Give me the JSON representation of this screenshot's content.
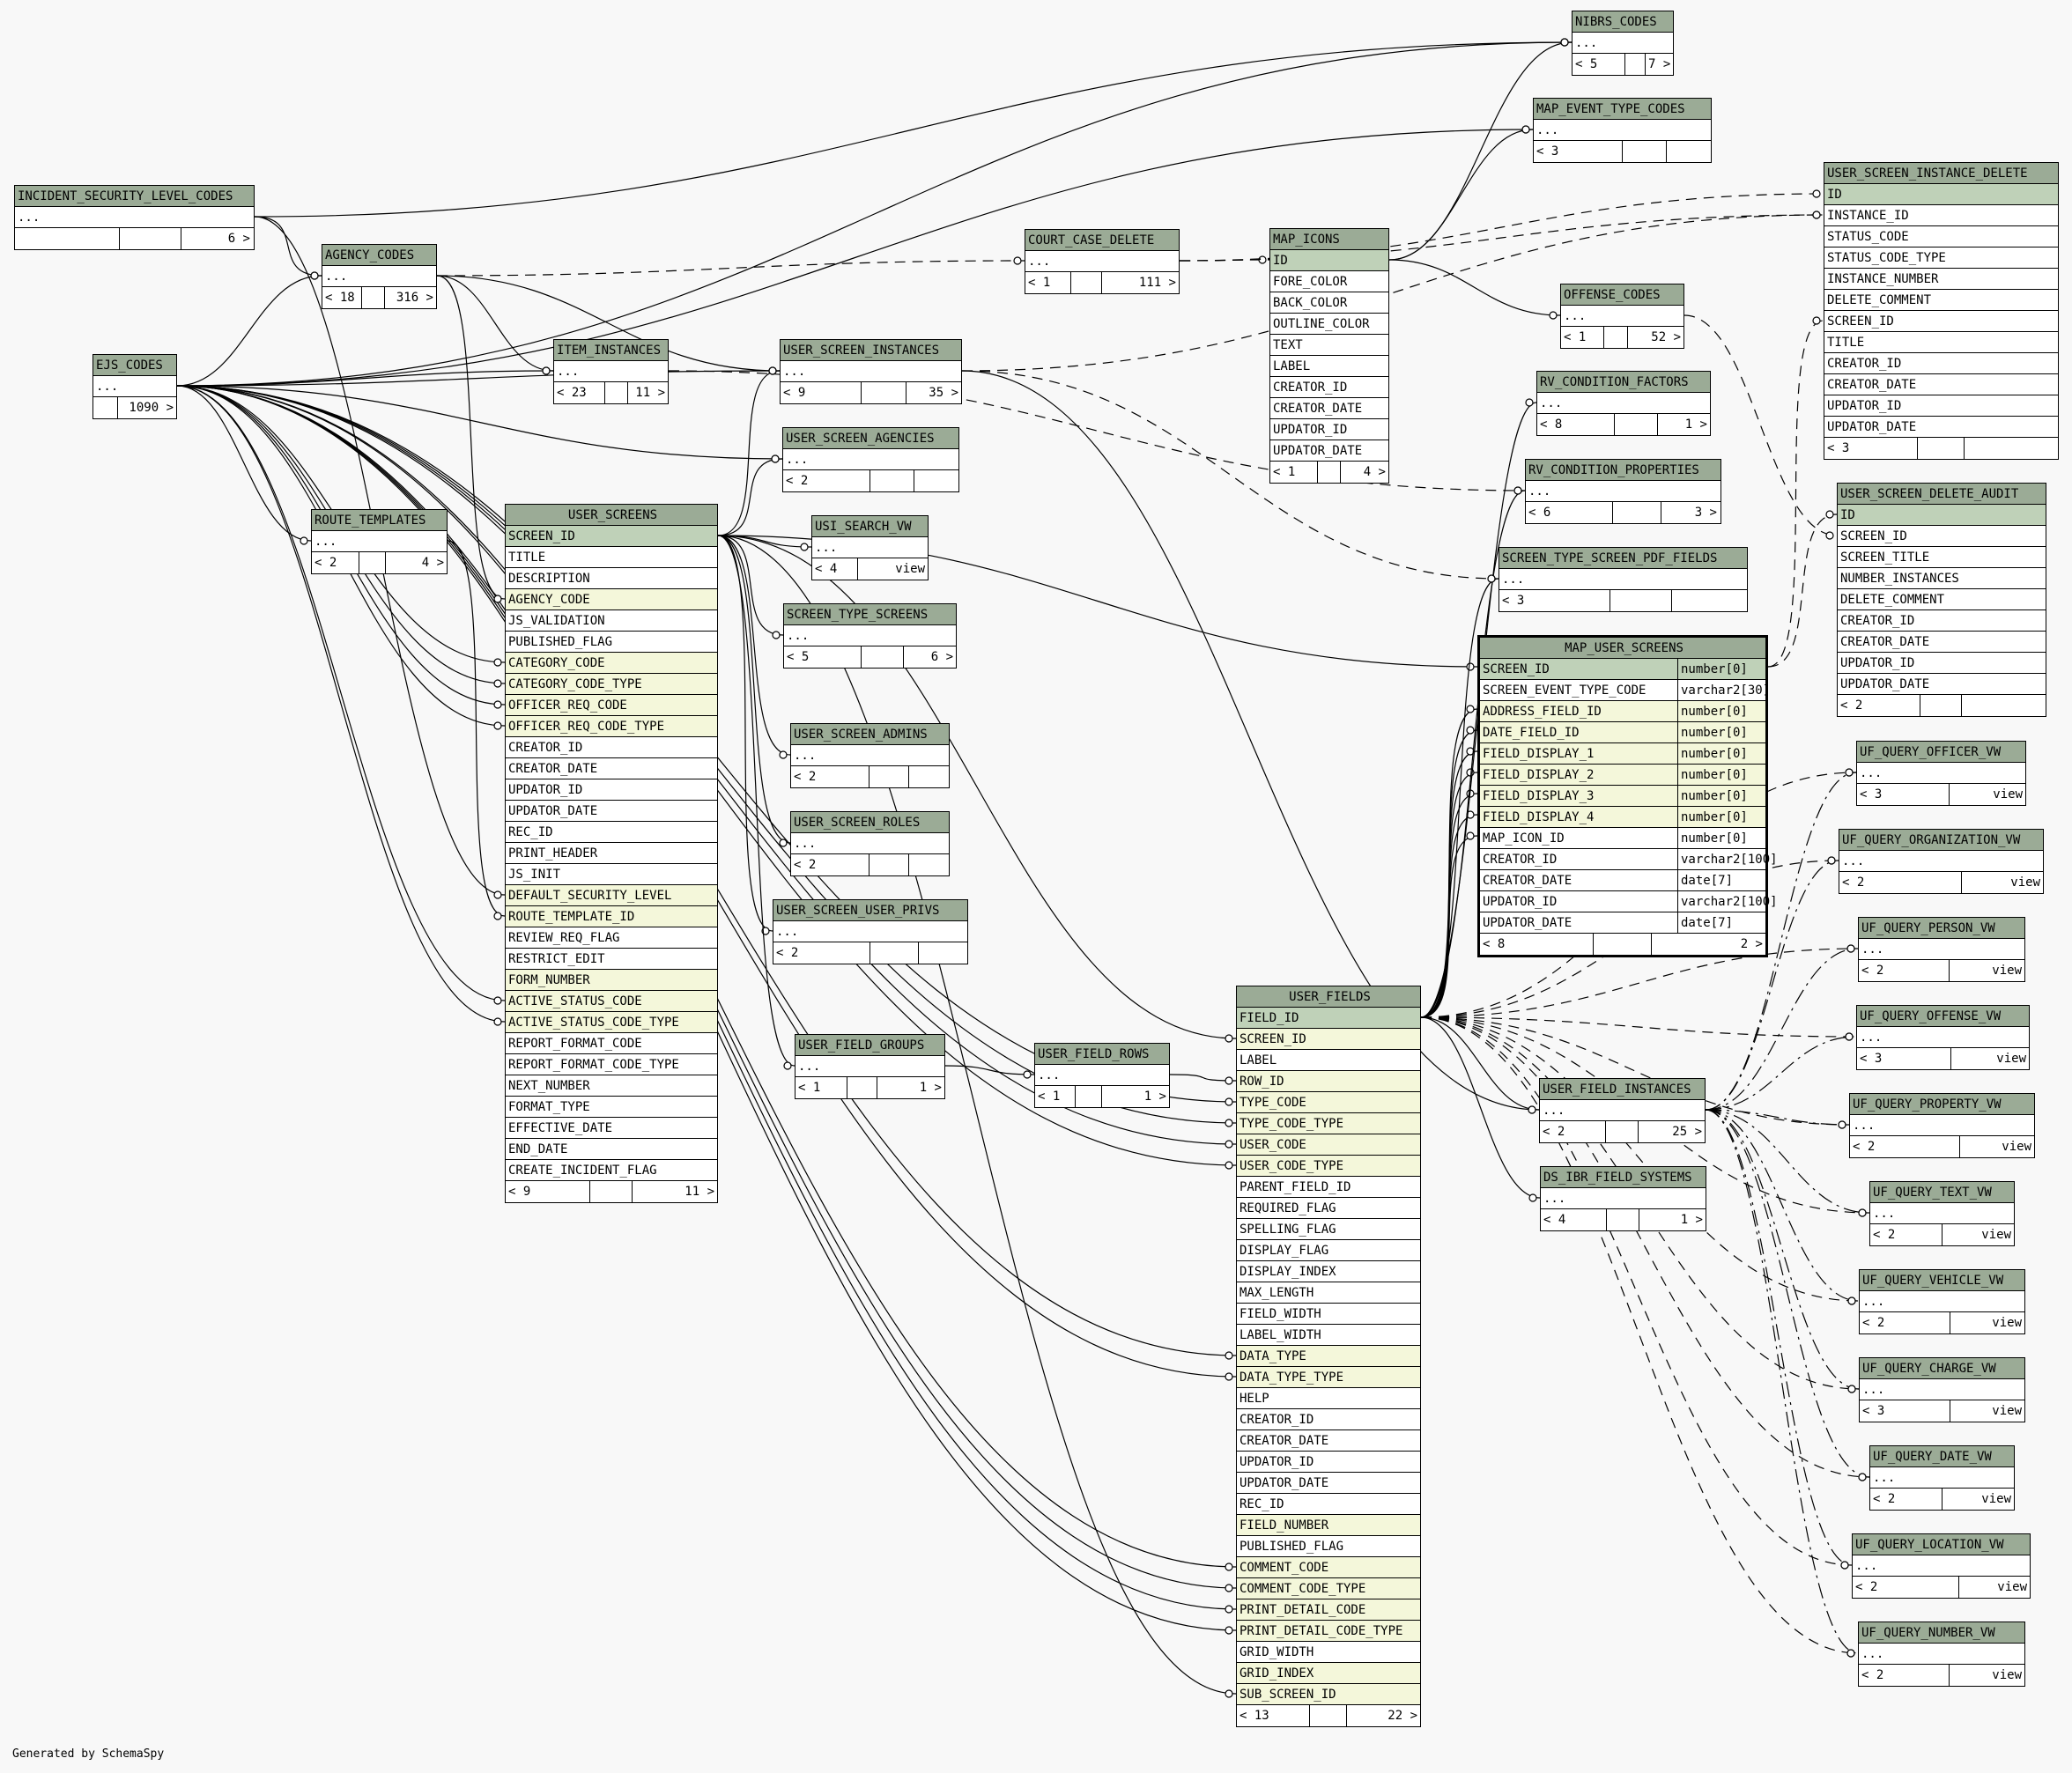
{
  "credit": "Generated by SchemaSpy",
  "tables": {
    "nibrs_codes": {
      "name": "NIBRS_CODES",
      "row": "...",
      "left": "< 5",
      "right": "7 >"
    },
    "map_event_type_codes": {
      "name": "MAP_EVENT_TYPE_CODES",
      "row": "...",
      "left": "< 3",
      "right": ""
    },
    "incident_security_level_codes": {
      "name": "INCIDENT_SECURITY_LEVEL_CODES",
      "row": "...",
      "left": "",
      "right": "6 >"
    },
    "agency_codes": {
      "name": "AGENCY_CODES",
      "row": "...",
      "left": "< 18",
      "right": "316 >"
    },
    "ejs_codes": {
      "name": "EJS_CODES",
      "row": "...",
      "left": "",
      "right": "1090 >"
    },
    "item_instances": {
      "name": "ITEM_INSTANCES",
      "row": "...",
      "left": "< 23",
      "right": "11 >"
    },
    "user_screen_instances": {
      "name": "USER_SCREEN_INSTANCES",
      "row": "...",
      "left": "< 9",
      "right": "35 >"
    },
    "court_case_delete": {
      "name": "COURT_CASE_DELETE",
      "row": "...",
      "left": "< 1",
      "right": "111 >"
    },
    "offense_codes": {
      "name": "OFFENSE_CODES",
      "row": "...",
      "left": "< 1",
      "right": "52 >"
    },
    "rv_condition_factors": {
      "name": "RV_CONDITION_FACTORS",
      "row": "...",
      "left": "< 8",
      "right": "1 >"
    },
    "rv_condition_properties": {
      "name": "RV_CONDITION_PROPERTIES",
      "row": "...",
      "left": "< 6",
      "right": "3 >"
    },
    "screen_type_screen_pdf_fields": {
      "name": "SCREEN_TYPE_SCREEN_PDF_FIELDS",
      "row": "...",
      "left": "< 3",
      "right": ""
    },
    "user_screen_agencies": {
      "name": "USER_SCREEN_AGENCIES",
      "row": "...",
      "left": "< 2",
      "right": ""
    },
    "route_templates": {
      "name": "ROUTE_TEMPLATES",
      "row": "...",
      "left": "< 2",
      "right": "4 >"
    },
    "usi_search_vw": {
      "name": "USI_SEARCH_VW",
      "row": "...",
      "left": "< 4",
      "right": "view"
    },
    "screen_type_screens": {
      "name": "SCREEN_TYPE_SCREENS",
      "row": "...",
      "left": "< 5",
      "right": "6 >"
    },
    "user_screen_admins": {
      "name": "USER_SCREEN_ADMINS",
      "row": "...",
      "left": "< 2",
      "right": ""
    },
    "user_screen_roles": {
      "name": "USER_SCREEN_ROLES",
      "row": "...",
      "left": "< 2",
      "right": ""
    },
    "user_screen_user_privs": {
      "name": "USER_SCREEN_USER_PRIVS",
      "row": "...",
      "left": "< 2",
      "right": ""
    },
    "user_field_groups": {
      "name": "USER_FIELD_GROUPS",
      "row": "...",
      "left": "< 1",
      "right": "1 >"
    },
    "user_field_rows": {
      "name": "USER_FIELD_ROWS",
      "row": "...",
      "left": "< 1",
      "right": "1 >"
    },
    "user_field_instances": {
      "name": "USER_FIELD_INSTANCES",
      "row": "...",
      "left": "< 2",
      "right": "25 >"
    },
    "ds_ibr_field_systems": {
      "name": "DS_IBR_FIELD_SYSTEMS",
      "row": "...",
      "left": "< 4",
      "right": "1 >"
    },
    "uf_query_officer_vw": {
      "name": "UF_QUERY_OFFICER_VW",
      "row": "...",
      "left": "< 3",
      "right": "view"
    },
    "uf_query_organization_vw": {
      "name": "UF_QUERY_ORGANIZATION_VW",
      "row": "...",
      "left": "< 2",
      "right": "view"
    },
    "uf_query_person_vw": {
      "name": "UF_QUERY_PERSON_VW",
      "row": "...",
      "left": "< 2",
      "right": "view"
    },
    "uf_query_offense_vw": {
      "name": "UF_QUERY_OFFENSE_VW",
      "row": "...",
      "left": "< 3",
      "right": "view"
    },
    "uf_query_property_vw": {
      "name": "UF_QUERY_PROPERTY_VW",
      "row": "...",
      "left": "< 2",
      "right": "view"
    },
    "uf_query_text_vw": {
      "name": "UF_QUERY_TEXT_VW",
      "row": "...",
      "left": "< 2",
      "right": "view"
    },
    "uf_query_vehicle_vw": {
      "name": "UF_QUERY_VEHICLE_VW",
      "row": "...",
      "left": "< 2",
      "right": "view"
    },
    "uf_query_charge_vw": {
      "name": "UF_QUERY_CHARGE_VW",
      "row": "...",
      "left": "< 3",
      "right": "view"
    },
    "uf_query_date_vw": {
      "name": "UF_QUERY_DATE_VW",
      "row": "...",
      "left": "< 2",
      "right": "view"
    },
    "uf_query_location_vw": {
      "name": "UF_QUERY_LOCATION_VW",
      "row": "...",
      "left": "< 2",
      "right": "view"
    },
    "uf_query_number_vw": {
      "name": "UF_QUERY_NUMBER_VW",
      "row": "...",
      "left": "< 2",
      "right": "view"
    },
    "map_icons": {
      "name": "MAP_ICONS",
      "left": "< 1",
      "right": "4 >",
      "columns": [
        "ID",
        "FORE_COLOR",
        "BACK_COLOR",
        "OUTLINE_COLOR",
        "TEXT",
        "LABEL",
        "CREATOR_ID",
        "CREATOR_DATE",
        "UPDATOR_ID",
        "UPDATOR_DATE"
      ]
    },
    "user_screen_instance_delete": {
      "name": "USER_SCREEN_INSTANCE_DELETE",
      "left": "< 3",
      "right": "",
      "columns": [
        "ID",
        "INSTANCE_ID",
        "STATUS_CODE",
        "STATUS_CODE_TYPE",
        "INSTANCE_NUMBER",
        "DELETE_COMMENT",
        "SCREEN_ID",
        "TITLE",
        "CREATOR_ID",
        "CREATOR_DATE",
        "UPDATOR_ID",
        "UPDATOR_DATE"
      ]
    },
    "user_screen_delete_audit": {
      "name": "USER_SCREEN_DELETE_AUDIT",
      "left": "< 2",
      "right": "",
      "columns": [
        "ID",
        "SCREEN_ID",
        "SCREEN_TITLE",
        "NUMBER_INSTANCES",
        "DELETE_COMMENT",
        "CREATOR_ID",
        "CREATOR_DATE",
        "UPDATOR_ID",
        "UPDATOR_DATE"
      ]
    },
    "map_user_screens": {
      "name": "MAP_USER_SCREENS",
      "left": "< 8",
      "right": "2 >",
      "columns": [
        "SCREEN_ID",
        "SCREEN_EVENT_TYPE_CODE",
        "ADDRESS_FIELD_ID",
        "DATE_FIELD_ID",
        "FIELD_DISPLAY_1",
        "FIELD_DISPLAY_2",
        "FIELD_DISPLAY_3",
        "FIELD_DISPLAY_4",
        "MAP_ICON_ID",
        "CREATOR_ID",
        "CREATOR_DATE",
        "UPDATOR_ID",
        "UPDATOR_DATE"
      ],
      "types": [
        "number[0]",
        "varchar2[30]",
        "number[0]",
        "number[0]",
        "number[0]",
        "number[0]",
        "number[0]",
        "number[0]",
        "number[0]",
        "varchar2[100]",
        "date[7]",
        "varchar2[100]",
        "date[7]"
      ]
    },
    "user_screens": {
      "name": "USER_SCREENS",
      "left": "< 9",
      "right": "11 >",
      "columns": [
        "SCREEN_ID",
        "TITLE",
        "DESCRIPTION",
        "AGENCY_CODE",
        "JS_VALIDATION",
        "PUBLISHED_FLAG",
        "CATEGORY_CODE",
        "CATEGORY_CODE_TYPE",
        "OFFICER_REQ_CODE",
        "OFFICER_REQ_CODE_TYPE",
        "CREATOR_ID",
        "CREATOR_DATE",
        "UPDATOR_ID",
        "UPDATOR_DATE",
        "REC_ID",
        "PRINT_HEADER",
        "JS_INIT",
        "DEFAULT_SECURITY_LEVEL",
        "ROUTE_TEMPLATE_ID",
        "REVIEW_REQ_FLAG",
        "RESTRICT_EDIT",
        "FORM_NUMBER",
        "ACTIVE_STATUS_CODE",
        "ACTIVE_STATUS_CODE_TYPE",
        "REPORT_FORMAT_CODE",
        "REPORT_FORMAT_CODE_TYPE",
        "NEXT_NUMBER",
        "FORMAT_TYPE",
        "EFFECTIVE_DATE",
        "END_DATE",
        "CREATE_INCIDENT_FLAG"
      ]
    },
    "user_fields": {
      "name": "USER_FIELDS",
      "left": "< 13",
      "right": "22 >",
      "columns": [
        "FIELD_ID",
        "SCREEN_ID",
        "LABEL",
        "ROW_ID",
        "TYPE_CODE",
        "TYPE_CODE_TYPE",
        "USER_CODE",
        "USER_CODE_TYPE",
        "PARENT_FIELD_ID",
        "REQUIRED_FLAG",
        "SPELLING_FLAG",
        "DISPLAY_FLAG",
        "DISPLAY_INDEX",
        "MAX_LENGTH",
        "FIELD_WIDTH",
        "LABEL_WIDTH",
        "DATA_TYPE",
        "DATA_TYPE_TYPE",
        "HELP",
        "CREATOR_ID",
        "CREATOR_DATE",
        "UPDATOR_ID",
        "UPDATOR_DATE",
        "REC_ID",
        "FIELD_NUMBER",
        "PUBLISHED_FLAG",
        "COMMENT_CODE",
        "COMMENT_CODE_TYPE",
        "PRINT_DETAIL_CODE",
        "PRINT_DETAIL_CODE_TYPE",
        "GRID_WIDTH",
        "GRID_INDEX",
        "SUB_SCREEN_ID"
      ]
    }
  }
}
